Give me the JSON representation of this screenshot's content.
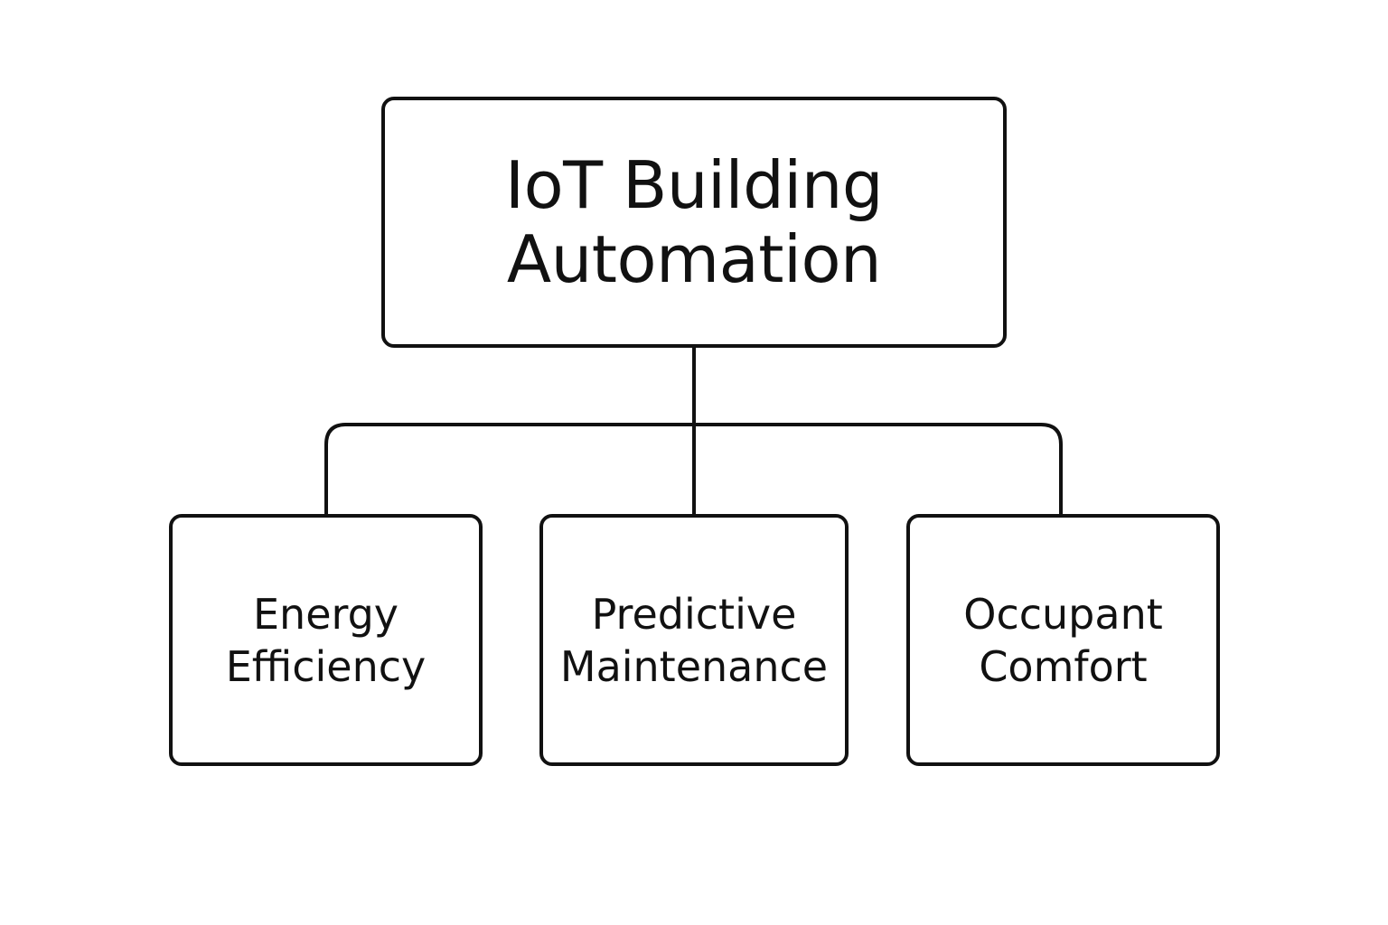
{
  "diagram": {
    "root": {
      "line1": "IoT Building",
      "line2": "Automation"
    },
    "children": [
      {
        "line1": "Energy",
        "line2": "Efficiency"
      },
      {
        "line1": "Predictive",
        "line2": "Maintenance"
      },
      {
        "line1": "Occupant",
        "line2": "Comfort"
      }
    ],
    "colors": {
      "stroke": "#111111",
      "background": "#ffffff"
    }
  }
}
